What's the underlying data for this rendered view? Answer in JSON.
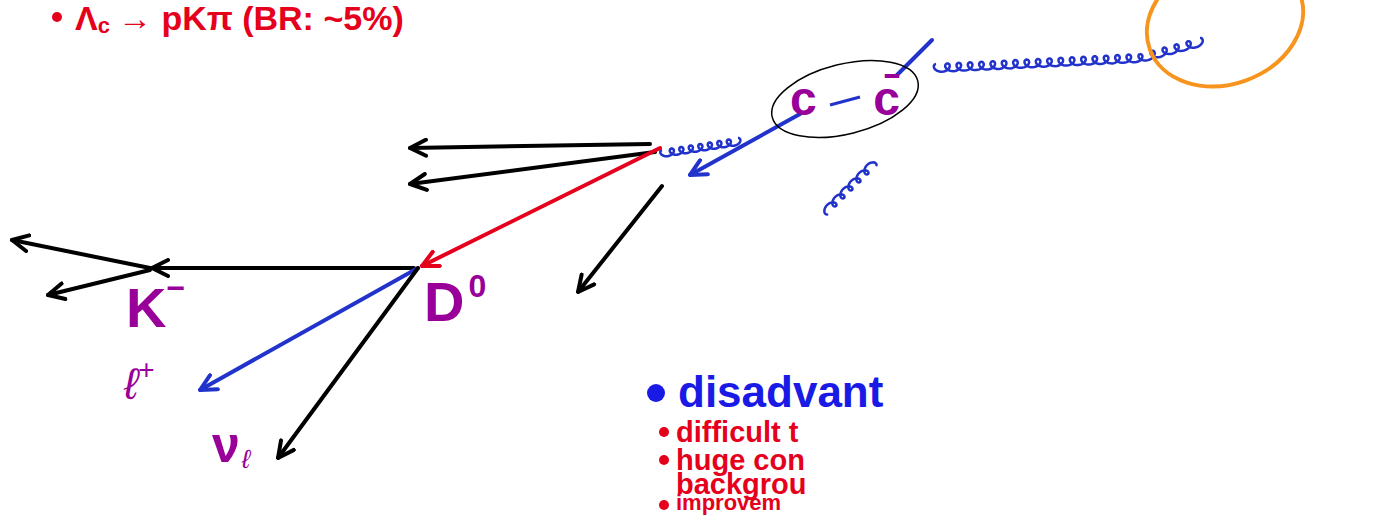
{
  "diagram": {
    "nodes": [
      {
        "text": [
          "c",
          "c̄"
        ]
      }
    ],
    "labels": [
      "Λ",
      "c",
      "→ pKπ (BR: ~5%)",
      "K",
      "−",
      "D",
      "0",
      "ℓ",
      "+",
      "ν",
      "ℓ",
      "disadvant",
      "difficult t",
      "huge con",
      "backgrou",
      "improvem"
    ]
  }
}
